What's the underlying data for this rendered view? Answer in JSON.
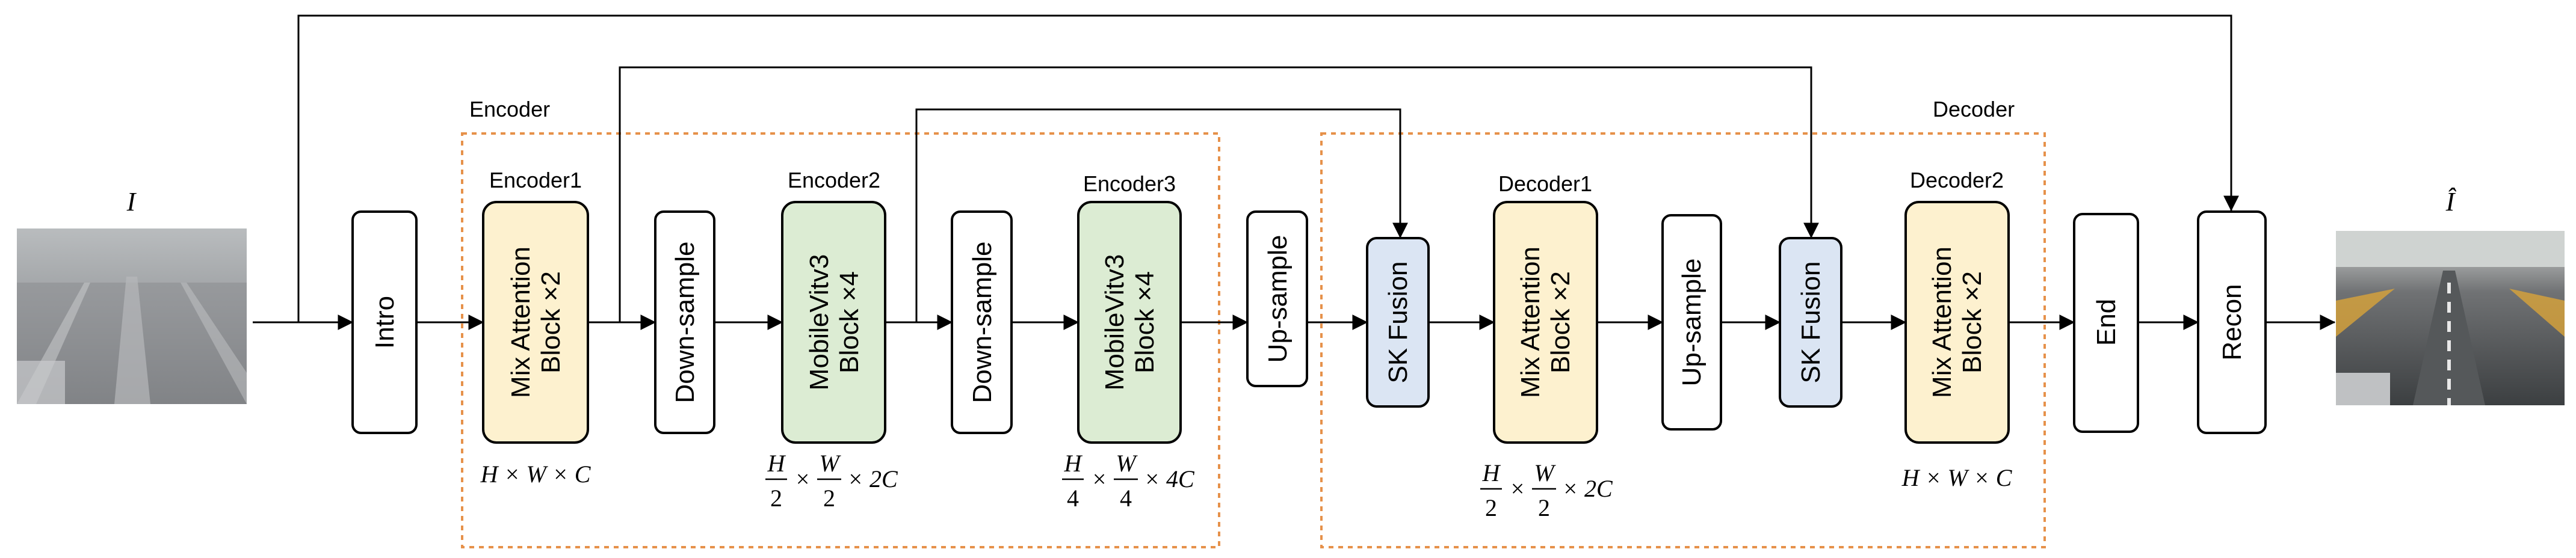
{
  "inputs": {
    "input_symbol": "I",
    "output_symbol": "Î"
  },
  "groups": {
    "encoder_label": "Encoder",
    "decoder_label": "Decoder"
  },
  "blocks": {
    "intro": "Intro",
    "encoder1_title": "Encoder1",
    "encoder1_line1": "Mix Attention",
    "encoder1_line2": "Block ×2",
    "downsample1": "Down-sample",
    "encoder2_title": "Encoder2",
    "encoder2_line1": "MobileVitv3",
    "encoder2_line2": "Block ×4",
    "downsample2": "Down-sample",
    "encoder3_title": "Encoder3",
    "encoder3_line1": "MobileVitv3",
    "encoder3_line2": "Block ×4",
    "upsample1": "Up-sample",
    "skfusion1": "SK Fusion",
    "decoder1_title": "Decoder1",
    "decoder1_line1": "Mix Attention",
    "decoder1_line2": "Block ×2",
    "upsample2": "Up-sample",
    "skfusion2": "SK Fusion",
    "decoder2_title": "Decoder2",
    "decoder2_line1": "Mix Attention",
    "decoder2_line2": "Block ×2",
    "end": "End",
    "recon": "Recon"
  },
  "dims": {
    "enc1": "H × W × C",
    "enc2_h": "H",
    "enc2_h_den": "2",
    "enc2_w": "W",
    "enc2_w_den": "2",
    "enc2_c": "× 2C",
    "enc3_h": "H",
    "enc3_h_den": "4",
    "enc3_w": "W",
    "enc3_w_den": "4",
    "enc3_c": "× 4C",
    "dec1_h": "H",
    "dec1_h_den": "2",
    "dec1_w": "W",
    "dec1_w_den": "2",
    "dec1_c": "× 2C",
    "dec2": "H × W × C",
    "times": "×"
  },
  "colors": {
    "mix_attention_fill": "#fdf1cf",
    "mobilevit_fill": "#dcecd3",
    "skfusion_fill": "#dbe5f3",
    "group_border": "#e6914a",
    "stroke": "#000000"
  }
}
